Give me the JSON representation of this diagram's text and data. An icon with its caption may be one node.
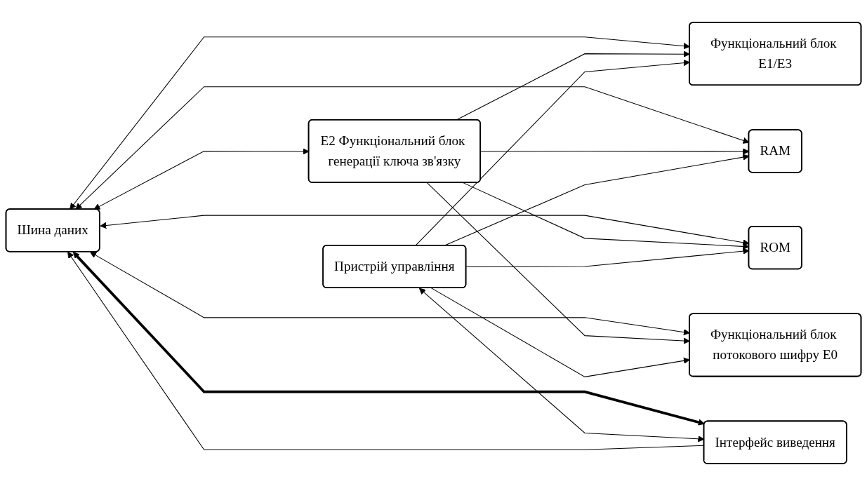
{
  "diagram": {
    "nodes": [
      {
        "text": [
          "Шина даних"
        ]
      },
      {
        "text": [
          "E2 Функціональний блок генерації ключа зв'язку"
        ]
      },
      {
        "text": [
          "Функціональний блок E1/E3"
        ]
      },
      {
        "text": [
          "RAM"
        ]
      },
      {
        "text": [
          "Інтерфейс виведення"
        ]
      },
      {
        "text": [
          "ROM"
        ]
      },
      {
        "text": [
          "Пристрій управління"
        ]
      },
      {
        "text": [
          "Функціональний блок потокового шифру E0"
        ]
      }
    ],
    "edges": [
      {
        "from": 0,
        "to": 1,
        "arrow": "both"
      },
      {
        "from": 0,
        "to": 2,
        "arrow": "both"
      },
      {
        "from": 0,
        "to": 3,
        "arrow": "both"
      },
      {
        "from": 0,
        "to": 4,
        "arrow": "both",
        "style": "thick"
      },
      {
        "from": 0,
        "to": 5,
        "arrow": "both"
      },
      {
        "from": 0,
        "to": 7,
        "arrow": "both"
      },
      {
        "from": 4,
        "to": 0,
        "arrow": "to"
      },
      {
        "from": 1,
        "to": 2,
        "arrow": "to"
      },
      {
        "from": 1,
        "to": 3,
        "arrow": "to"
      },
      {
        "from": 1,
        "to": 5,
        "arrow": "to"
      },
      {
        "from": 1,
        "to": 7,
        "arrow": "to"
      },
      {
        "from": 6,
        "to": 2,
        "arrow": "to"
      },
      {
        "from": 6,
        "to": 3,
        "arrow": "to"
      },
      {
        "from": 6,
        "to": 5,
        "arrow": "to"
      },
      {
        "from": 6,
        "to": 7,
        "arrow": "to"
      },
      {
        "from": 6,
        "to": 4,
        "arrow": "both"
      }
    ]
  }
}
